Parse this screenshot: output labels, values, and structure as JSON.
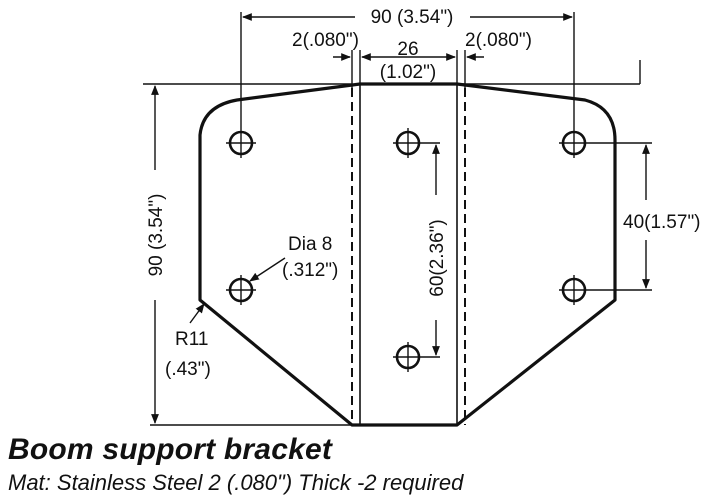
{
  "drawing": {
    "dimensions": {
      "overall_width": "90 (3.54\")",
      "overall_height": "90 (3.54\")",
      "flange_left": "2(.080\")",
      "flange_right": "2(.080\")",
      "center_width_mm": "26",
      "center_width_in": "(1.02\")",
      "center_hole_spacing": "60(2.36\")",
      "side_hole_spacing": "40(1.57\")"
    },
    "callouts": {
      "hole_diameter_mm": "Dia 8",
      "hole_diameter_in": "(.312\")",
      "corner_radius_mm": "R11",
      "corner_radius_in": "(.43\")"
    }
  },
  "caption": {
    "title": "Boom support bracket",
    "subtitle": "Mat: Stainless Steel 2 (.080\") Thick -2 required"
  }
}
